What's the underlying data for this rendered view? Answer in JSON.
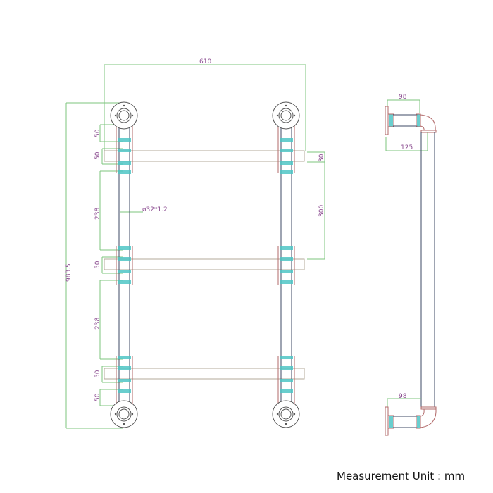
{
  "drawing": {
    "type": "technical dimension drawing",
    "subject": "wall-mounted pipe shelf rack, 3 shelves",
    "front_view": {
      "overall_width": "610",
      "overall_height": "983.5",
      "pipe_diameter": "ø32*1.2",
      "shelf_thickness": "30",
      "shelf_spacing": "300",
      "left_dimensions": [
        "50",
        "50",
        "238",
        "50",
        "238",
        "50",
        "50"
      ]
    },
    "side_view": {
      "top_depth": "98",
      "top_offset": "125",
      "bottom_depth": "98"
    },
    "colors": {
      "dimension_line": "#7cc47e",
      "dimension_text": "#8a4a8f",
      "pipe": "#3d4a66",
      "clamp": "#b26a6a",
      "fitting": "#4fc6c6",
      "shelf": "#b3a99a"
    }
  },
  "footer": {
    "unit_label": "Measurement Unit : mm"
  }
}
